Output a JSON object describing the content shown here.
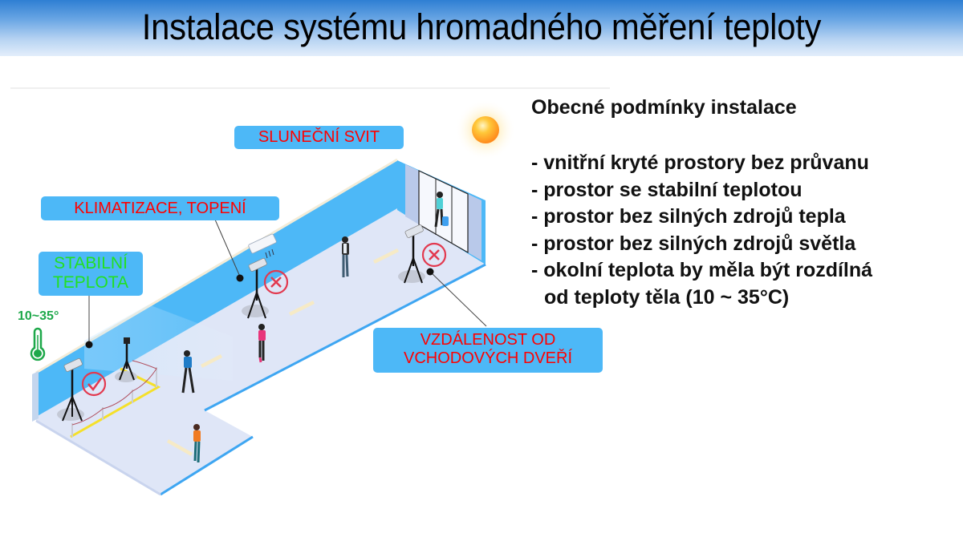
{
  "slide": {
    "title": "Instalace systému hromadného měření teploty",
    "header_gradient": [
      "#2f7fd3",
      "#e3eefb"
    ]
  },
  "illustration": {
    "labels": {
      "sunlight": "SLUNEČNÍ SVIT",
      "ac_heating": "KLIMATIZACE, TOPENÍ",
      "stable_temp_line1": "STABILNÍ",
      "stable_temp_line2": "TEPLOTA",
      "distance_line1": "VZDÁLENOST OD",
      "distance_line2": "VCHODOVÝCH DVEŘÍ"
    },
    "temperature_range": "10~35°",
    "icons": [
      "sun-icon",
      "thermometer-icon",
      "check-mark-icon",
      "cross-mark-icon",
      "cross-mark-icon",
      "air-conditioner-icon",
      "camera-tripod-icon"
    ],
    "colors": {
      "label_bg": "#4db8f7",
      "label_text_red": "#ff0000",
      "label_text_green": "#22e022",
      "wall": "#4db8f7",
      "floor": "#dfe6f7",
      "ok_mark": "#e2394f",
      "thermometer": "#1ea84a"
    }
  },
  "conditions": {
    "title": "Obecné podmínky instalace",
    "items": [
      "- vnitřní kryté prostory bez průvanu",
      "- prostor se stabilní teplotou",
      "- prostor bez silných zdrojů tepla",
      "- prostor bez silných zdrojů světla",
      "- okolní teplota by měla být rozdílná",
      "od teploty těla (10 ~ 35°C)"
    ]
  }
}
